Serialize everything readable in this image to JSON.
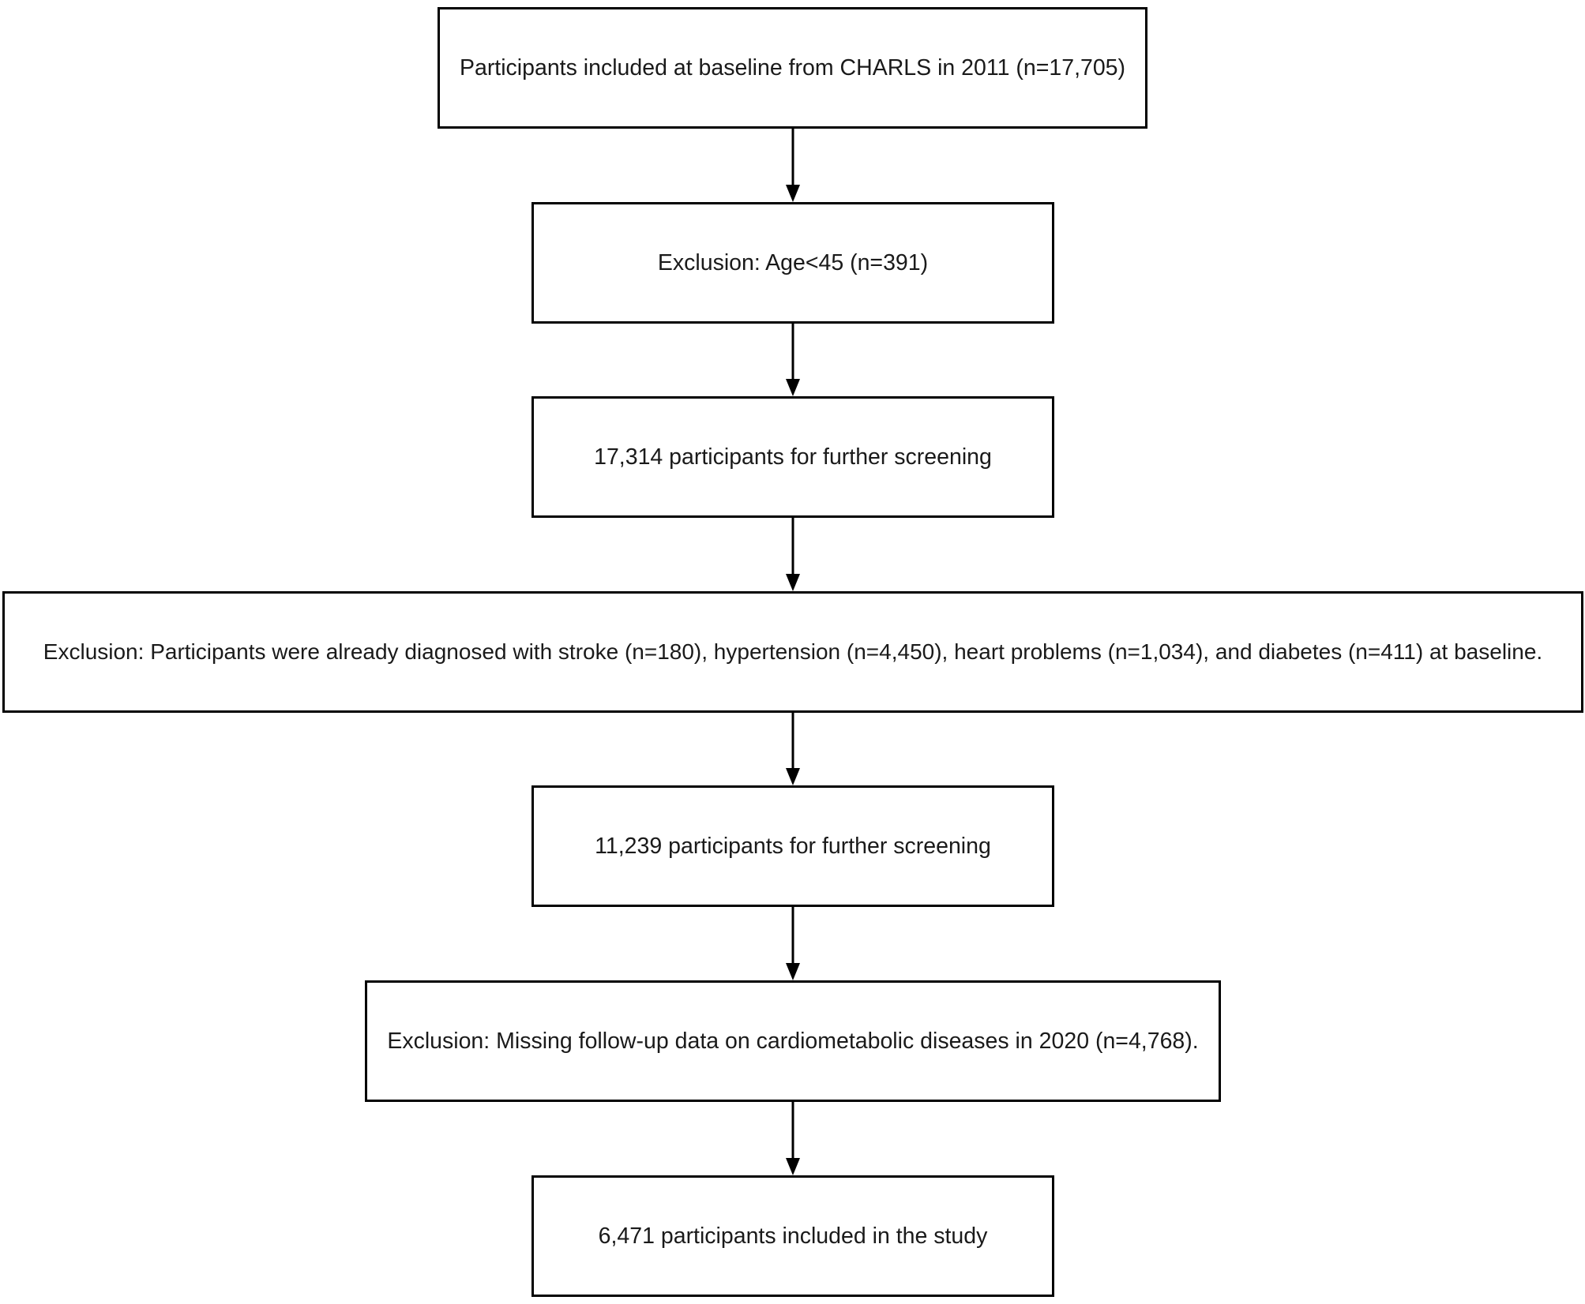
{
  "flowchart": {
    "steps": [
      {
        "text": "Participants included at baseline from CHARLS in 2011 (n=17,705)"
      },
      {
        "text": "Exclusion: Age<45 (n=391)"
      },
      {
        "text": "17,314 participants for further screening"
      },
      {
        "text": "Exclusion: Participants were already diagnosed with stroke (n=180), hypertension (n=4,450), heart problems (n=1,034), and diabetes (n=411) at baseline."
      },
      {
        "text": "11,239 participants for further screening"
      },
      {
        "text": "Exclusion: Missing follow-up data on cardiometabolic diseases in 2020 (n=4,768)."
      },
      {
        "text": "6,471 participants included in the study"
      }
    ]
  },
  "colors": {
    "border": "#000000",
    "text": "#1a1a1a",
    "background": "#ffffff"
  }
}
